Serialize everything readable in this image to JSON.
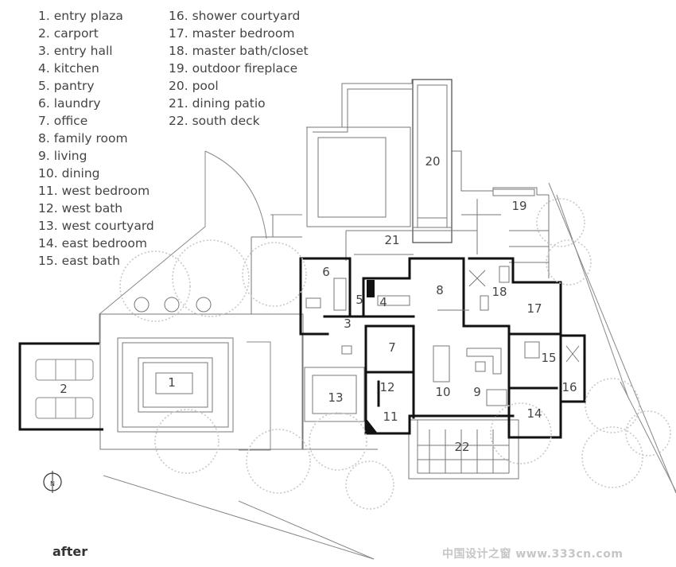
{
  "legend": {
    "left": [
      "1. entry plaza",
      "2. carport",
      "3. entry hall",
      "4. kitchen",
      "5. pantry",
      "6. laundry",
      "7. office",
      "8. family room",
      "9. living",
      "10. dining",
      "11. west bedroom",
      "12. west bath",
      "13. west courtyard",
      "14. east bedroom",
      "15. east bath"
    ],
    "right": [
      "16. shower courtyard",
      "17. master bedroom",
      "18. master bath/closet",
      "19. outdoor fireplace",
      "20. pool",
      "21. dining patio",
      "22. south deck"
    ]
  },
  "rooms": [
    {
      "n": "1"
    },
    {
      "n": "2"
    },
    {
      "n": "3"
    },
    {
      "n": "4"
    },
    {
      "n": "5"
    },
    {
      "n": "6"
    },
    {
      "n": "7"
    },
    {
      "n": "8"
    },
    {
      "n": "9"
    },
    {
      "n": "10"
    },
    {
      "n": "11"
    },
    {
      "n": "12"
    },
    {
      "n": "13"
    },
    {
      "n": "14"
    },
    {
      "n": "15"
    },
    {
      "n": "16"
    },
    {
      "n": "17"
    },
    {
      "n": "18"
    },
    {
      "n": "19"
    },
    {
      "n": "20"
    },
    {
      "n": "21"
    },
    {
      "n": "22"
    }
  ],
  "north": "N",
  "caption": "after",
  "watermark": "中国设计之窗 www.333cn.com",
  "colors": {
    "wall": "#111111",
    "line": "#777777",
    "light": "#aaaaaa",
    "tree": "#c8c8c8",
    "text": "#444444"
  }
}
